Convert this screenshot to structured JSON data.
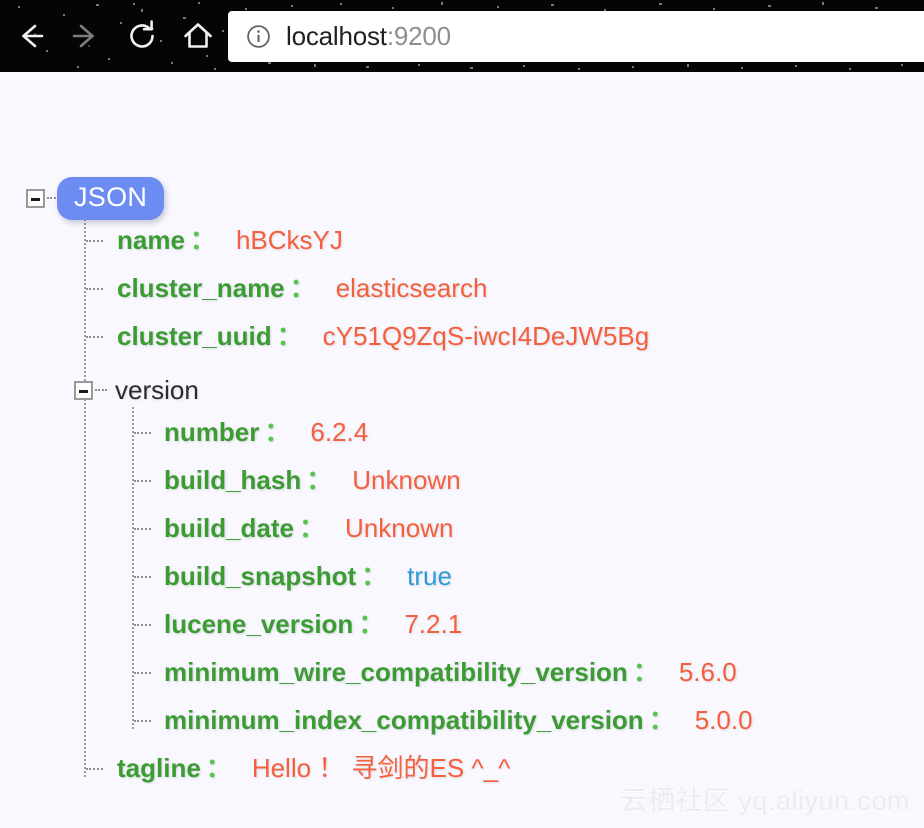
{
  "browser": {
    "nav": {
      "back_label": "Back",
      "forward_label": "Forward",
      "reload_label": "Reload",
      "home_label": "Home",
      "back_icon": "arrow-left-icon",
      "forward_icon": "arrow-right-icon",
      "reload_icon": "reload-icon",
      "home_icon": "home-icon"
    },
    "url": {
      "info_icon": "info-circle-icon",
      "host": "localhost",
      "port": ":9200",
      "full": "localhost:9200"
    }
  },
  "viewer": {
    "root_badge": "JSON",
    "root_toggle": "collapse-minus",
    "version_toggle": "collapse-minus",
    "node_version_label": "version",
    "colon": "：",
    "rows": [
      {
        "key": "name",
        "value": "hBCksYJ",
        "type": "string"
      },
      {
        "key": "cluster_name",
        "value": "elasticsearch",
        "type": "string"
      },
      {
        "key": "cluster_uuid",
        "value": "cY51Q9ZqS-iwcI4DeJW5Bg",
        "type": "string"
      },
      {
        "key": "number",
        "value": "6.2.4",
        "type": "string"
      },
      {
        "key": "build_hash",
        "value": "Unknown",
        "type": "string"
      },
      {
        "key": "build_date",
        "value": "Unknown",
        "type": "string"
      },
      {
        "key": "build_snapshot",
        "value": "true",
        "type": "boolean"
      },
      {
        "key": "lucene_version",
        "value": "7.2.1",
        "type": "string"
      },
      {
        "key": "minimum_wire_compatibility_version",
        "value": "5.6.0",
        "type": "string"
      },
      {
        "key": "minimum_index_compatibility_version",
        "value": "5.0.0",
        "type": "string"
      },
      {
        "key": "tagline",
        "value": "Hello ！ 寻剑的ES ^_^",
        "type": "string"
      }
    ]
  },
  "watermark": "云栖社区 yq.aliyun.com",
  "colors": {
    "key": "#3c9c33",
    "colon": "#5ac24f",
    "string_value": "#f4603e",
    "boolean_value": "#2f9ad4",
    "badge_bg": "#6c8cf2",
    "page_bg": "#f9f8fe",
    "chrome_bg": "#050506"
  }
}
